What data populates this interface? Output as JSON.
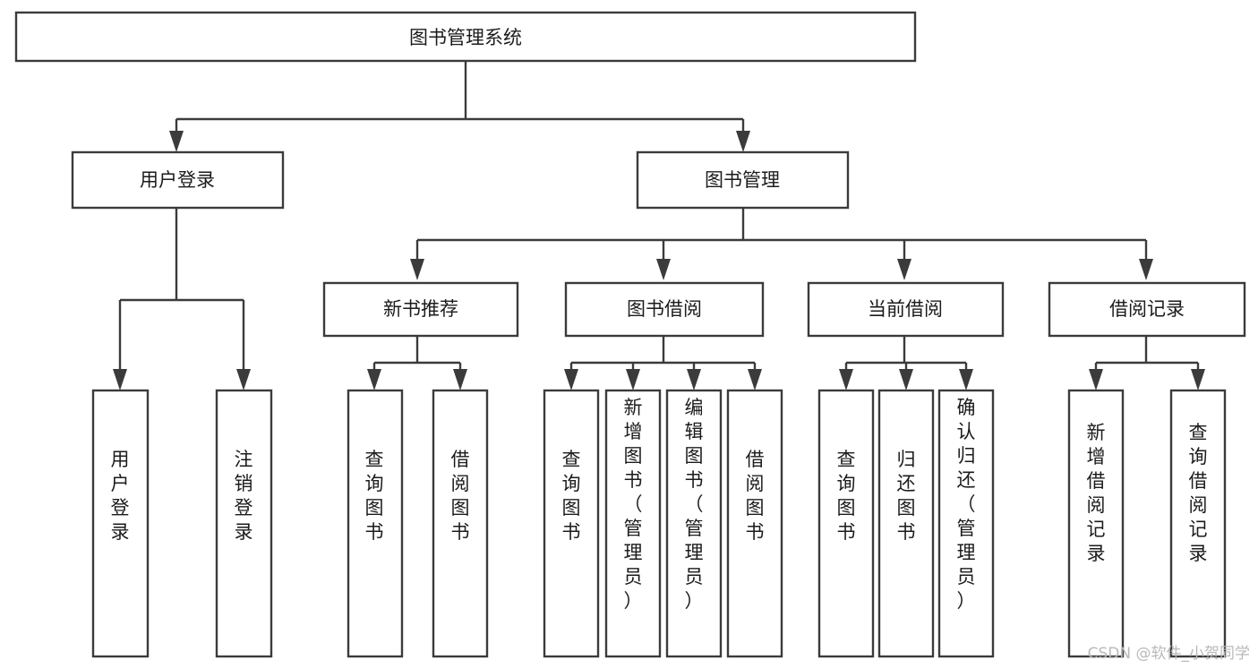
{
  "diagram": {
    "title": "图书管理系统",
    "type": "tree-hierarchy",
    "orientation": "top-down",
    "colors": {
      "stroke": "#3b3b3b",
      "box_fill": "#ffffff",
      "text": "#1b1b1b",
      "background": "#ffffff",
      "watermark": "#b9b9b9"
    },
    "nodes": {
      "root": {
        "label": "图书管理系统",
        "orientation": "horizontal"
      },
      "level2": [
        {
          "label": "用户登录",
          "orientation": "horizontal"
        },
        {
          "label": "图书管理",
          "orientation": "horizontal"
        }
      ],
      "level3": [
        {
          "label": "新书推荐",
          "orientation": "horizontal"
        },
        {
          "label": "图书借阅",
          "orientation": "horizontal"
        },
        {
          "label": "当前借阅",
          "orientation": "horizontal"
        },
        {
          "label": "借阅记录",
          "orientation": "horizontal"
        }
      ],
      "leaves": {
        "user_login": [
          {
            "label": "用户登录",
            "orientation": "vertical"
          },
          {
            "label": "注销登录",
            "orientation": "vertical"
          }
        ],
        "new_book": [
          {
            "label": "查询图书",
            "orientation": "vertical"
          },
          {
            "label": "借阅图书",
            "orientation": "vertical"
          }
        ],
        "book_borrow": [
          {
            "label": "查询图书",
            "orientation": "vertical"
          },
          {
            "label": "新增图书（管理员）",
            "orientation": "vertical"
          },
          {
            "label": "编辑图书（管理员）",
            "orientation": "vertical"
          },
          {
            "label": "借阅图书",
            "orientation": "vertical"
          }
        ],
        "current_borrow": [
          {
            "label": "查询图书",
            "orientation": "vertical"
          },
          {
            "label": "归还图书",
            "orientation": "vertical"
          },
          {
            "label": "确认归还（管理员）",
            "orientation": "vertical"
          }
        ],
        "borrow_record": [
          {
            "label": "新增借阅记录",
            "orientation": "vertical"
          },
          {
            "label": "查询借阅记录",
            "orientation": "vertical"
          }
        ]
      }
    }
  },
  "watermark": {
    "text": "CSDN @软件_小贺同学"
  }
}
